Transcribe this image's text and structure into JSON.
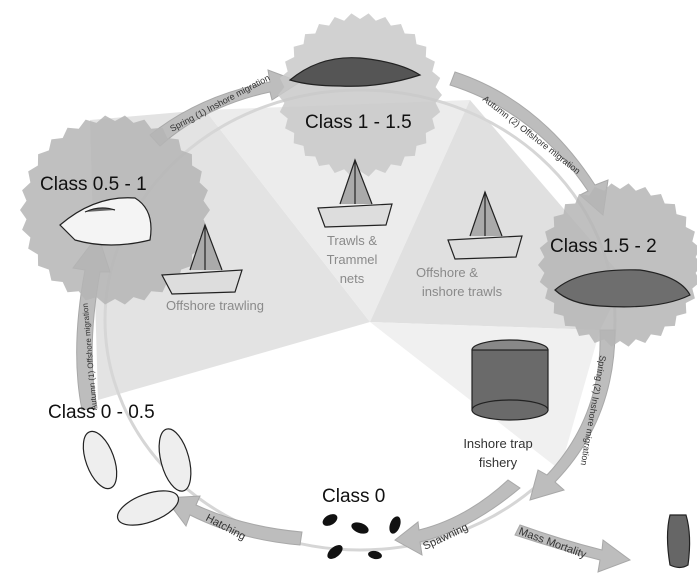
{
  "classes": {
    "c0": "Class 0",
    "c0_05": "Class 0 - 0.5",
    "c05_1": "Class 0.5 - 1",
    "c1_15": "Class 1 - 1.5",
    "c15_2": "Class 1.5 - 2"
  },
  "fisheries": {
    "offshore_trawling": "Offshore trawling",
    "trawls_line1": "Trawls &",
    "trawls_line2": "Trammel",
    "trawls_line3": "nets",
    "off_in_line1": "Offshore &",
    "off_in_line2": "inshore trawls",
    "trap_line1": "Inshore trap",
    "trap_line2": "fishery"
  },
  "arrows": {
    "spring_1": "Spring (1) Inshore migration",
    "autumn_2": "Autumn (2) Offshore migration",
    "spring_2": "Spring (2) Inshore migration",
    "autumn_1": "Autumn (1) Offshore migration",
    "hatching": "Hatching",
    "spawning": "Spawning",
    "mass_mortality": "Mass Mortality"
  },
  "colors": {
    "gear": "#c9c9c9",
    "gear_dark": "#b5b5b5",
    "arrow": "#bdbdbd",
    "sector": "#e6e6e6"
  }
}
